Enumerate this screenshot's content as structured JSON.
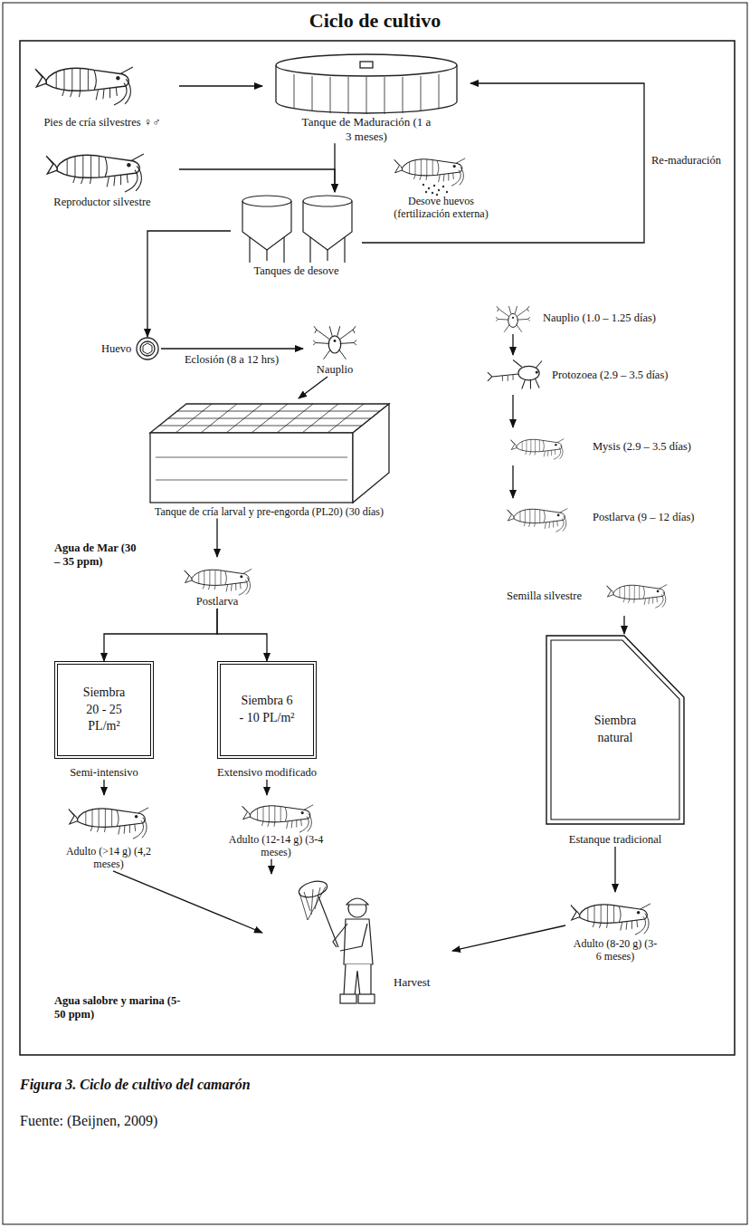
{
  "diagram": {
    "title": "Ciclo de cultivo",
    "caption": "Figura 3. Ciclo de cultivo del camarón",
    "nodes": [
      {
        "text": [
          "Pies de cría silvestres ♀♂"
        ]
      },
      {
        "text": [
          "Reproductor silvestre"
        ]
      },
      {
        "text": [
          "Tanque de Maduración (1 a 3 meses)"
        ]
      },
      {
        "text": [
          "Desove huevos (fertilización externa)"
        ]
      },
      {
        "text": [
          "Tanques de desove"
        ]
      },
      {
        "text": [
          "Huevo"
        ]
      },
      {
        "text": [
          "Nauplio"
        ]
      },
      {
        "text": [
          "Tanque de cría larval y pre-engorda (PL20) (30 días)"
        ]
      },
      {
        "text": [
          "Postlarva"
        ]
      },
      {
        "text": [
          "Siembra 20 - 25 PL/m²",
          "Semi-intensivo"
        ]
      },
      {
        "text": [
          "Siembra 6 - 10 PL/m²",
          "Extensivo modificado"
        ]
      },
      {
        "text": [
          "Adulto (>14 g) (4,2 meses)"
        ]
      },
      {
        "text": [
          "Adulto (12-14 g) (3-4 meses)"
        ]
      },
      {
        "text": [
          "Harvest"
        ]
      },
      {
        "text": [
          "Nauplio (1.0 – 1.25 días)"
        ]
      },
      {
        "text": [
          "Protozoea (2.9 – 3.5 días)"
        ]
      },
      {
        "text": [
          "Mysis (2.9 – 3.5 días)"
        ]
      },
      {
        "text": [
          "Postlarva (9 – 12 días)"
        ]
      },
      {
        "text": [
          "Semilla silvestre"
        ]
      },
      {
        "text": [
          "Siembra natural",
          "Estanque tradicional"
        ]
      },
      {
        "text": [
          "Adulto (8-20 g) (3-6 meses)"
        ]
      }
    ],
    "edges": [
      {
        "from": 0,
        "to": 2,
        "arrow": "to"
      },
      {
        "from": 1,
        "to": 4,
        "arrow": "to"
      },
      {
        "from": 2,
        "to": 4,
        "arrow": "to"
      },
      {
        "from": 4,
        "to": 2,
        "label": "Re-maduración",
        "arrow": "to"
      },
      {
        "from": 4,
        "to": 5,
        "arrow": "to"
      },
      {
        "from": 5,
        "to": 6,
        "label": "Eclosión (8 a 12 hrs)",
        "arrow": "to"
      },
      {
        "from": 6,
        "to": 7,
        "arrow": "to"
      },
      {
        "from": 7,
        "to": 8,
        "arrow": "to"
      },
      {
        "from": 8,
        "to": 9,
        "arrow": "to"
      },
      {
        "from": 8,
        "to": 10,
        "arrow": "to"
      },
      {
        "from": 9,
        "to": 11,
        "arrow": "to"
      },
      {
        "from": 10,
        "to": 12,
        "arrow": "to"
      },
      {
        "from": 11,
        "to": 13,
        "arrow": "to"
      },
      {
        "from": 12,
        "to": 13,
        "arrow": "to"
      },
      {
        "from": 14,
        "to": 15,
        "arrow": "to"
      },
      {
        "from": 15,
        "to": 16,
        "arrow": "to"
      },
      {
        "from": 16,
        "to": 17,
        "arrow": "to"
      },
      {
        "from": 18,
        "to": 19,
        "arrow": "to"
      },
      {
        "from": 19,
        "to": 20,
        "arrow": "to"
      },
      {
        "from": 20,
        "to": 13,
        "arrow": "to"
      }
    ],
    "labels": [
      "Agua de Mar (30 – 35 ppm)",
      "Agua salobre y marina (5-50 ppm)",
      "Fuente: (Beijnen, 2009)"
    ]
  }
}
